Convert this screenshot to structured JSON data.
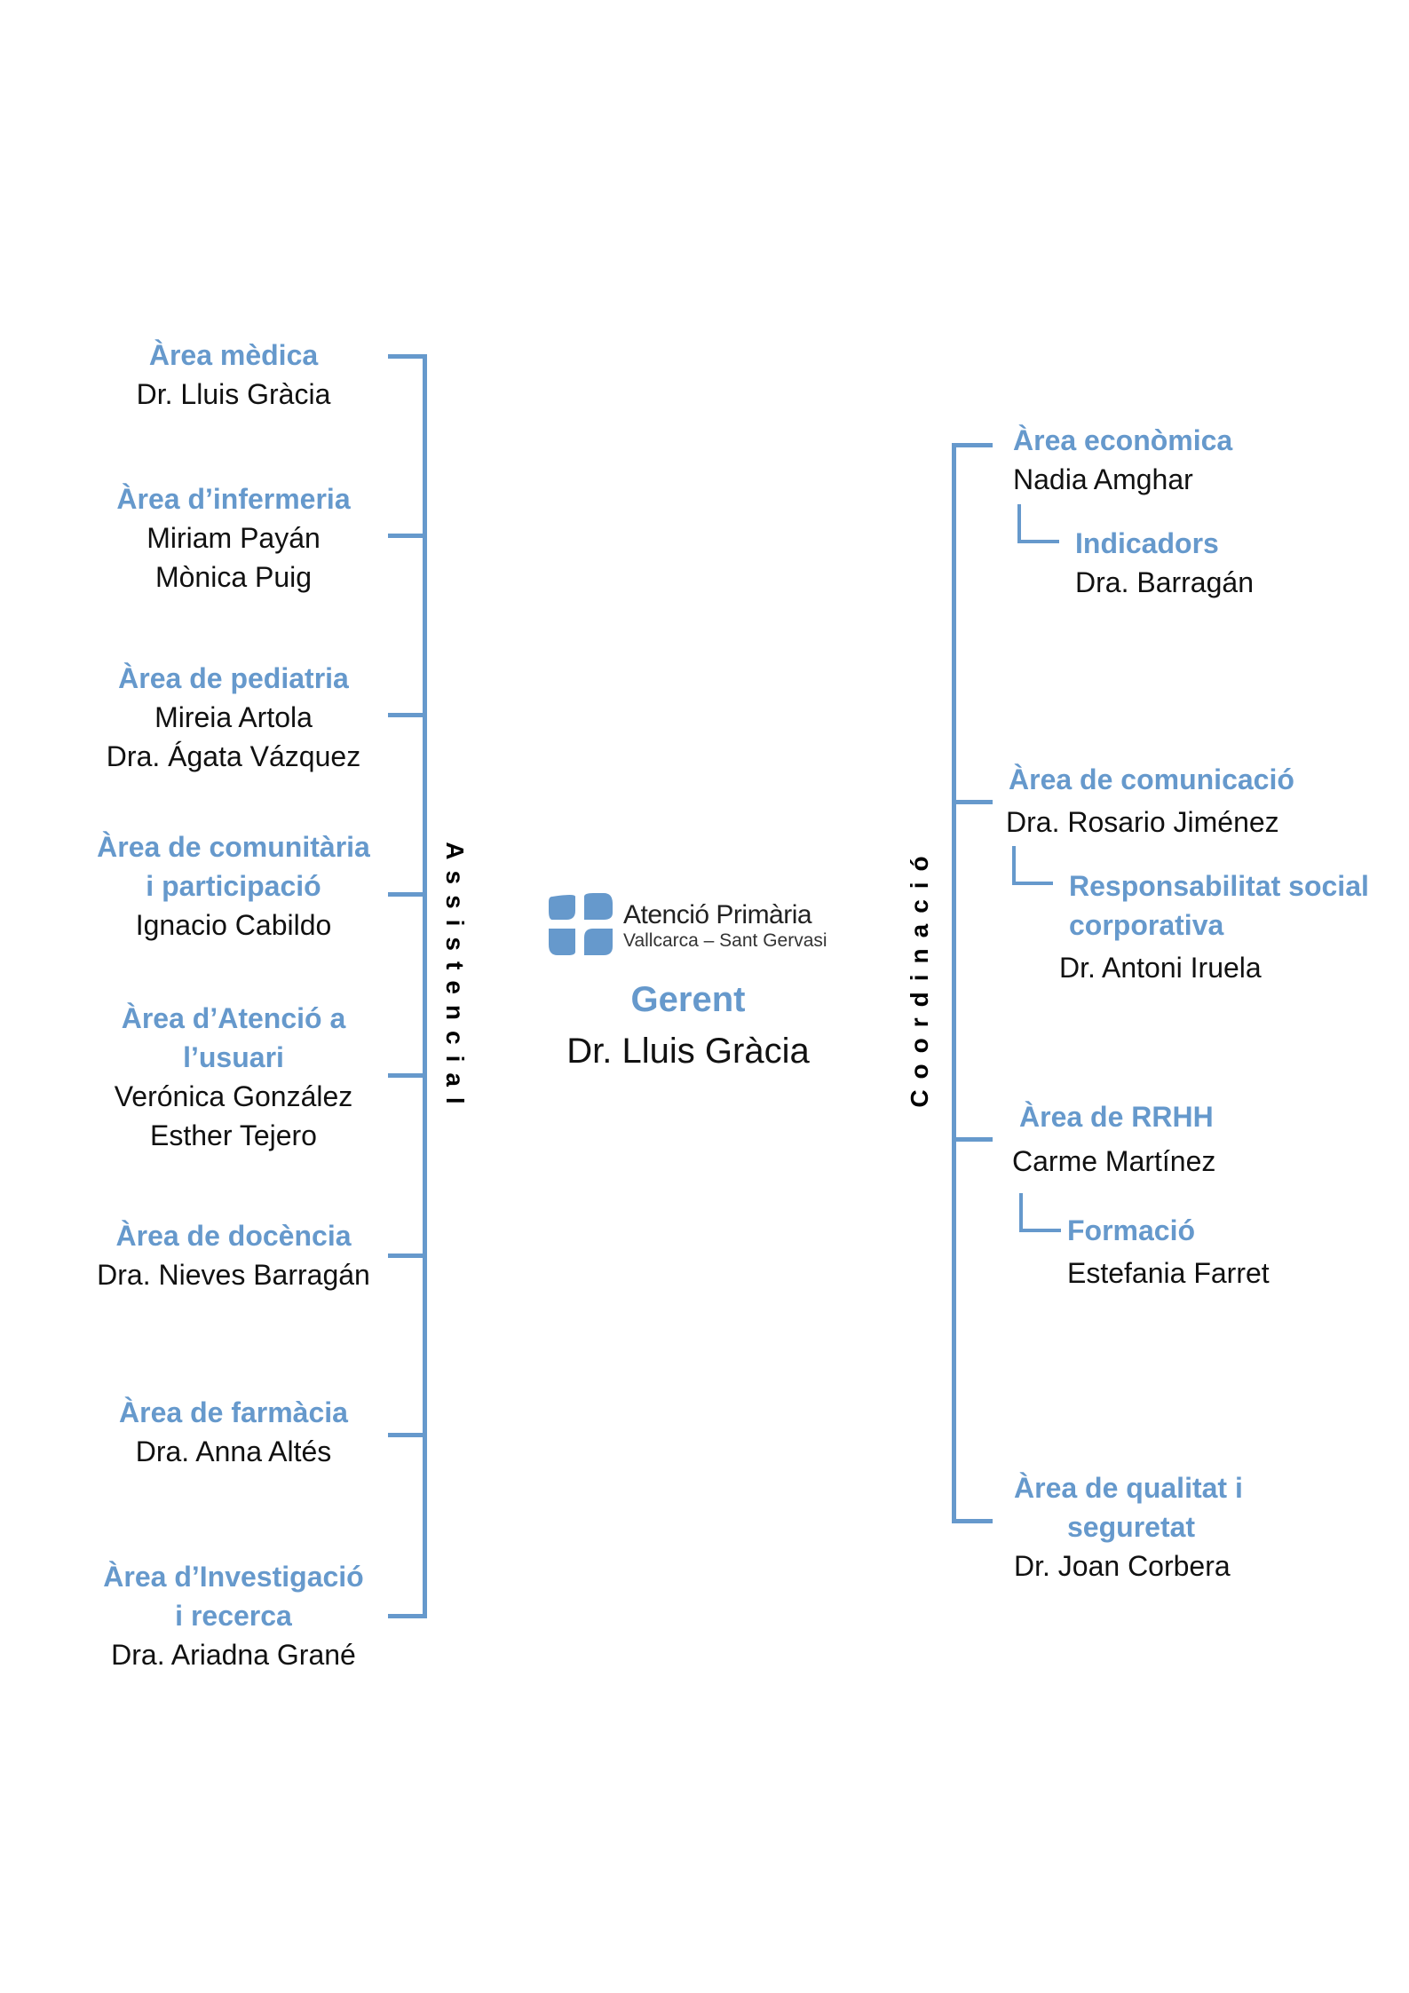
{
  "color": "#6699cc",
  "center": {
    "logo_title": "Atenció Primària",
    "logo_subtitle": "Vallcarca – Sant Gervasi",
    "role": "Gerent",
    "name": "Dr. Lluis Gràcia"
  },
  "left": {
    "label": "Assistencial",
    "areas": [
      {
        "title": [
          "Àrea mèdica"
        ],
        "names": [
          "Dr. Lluis Gràcia"
        ]
      },
      {
        "title": [
          "Àrea d’infermeria"
        ],
        "names": [
          "Miriam Payán",
          "Mònica Puig"
        ]
      },
      {
        "title": [
          "Àrea de pediatria"
        ],
        "names": [
          "Mireia Artola",
          "Dra. Ágata Vázquez"
        ]
      },
      {
        "title": [
          "Àrea de comunitària",
          "i participació"
        ],
        "names": [
          "Ignacio Cabildo"
        ]
      },
      {
        "title": [
          "Àrea d’Atenció a",
          "l’usuari"
        ],
        "names": [
          "Verónica González",
          "Esther Tejero"
        ]
      },
      {
        "title": [
          "Àrea de docència"
        ],
        "names": [
          "Dra. Nieves Barragán"
        ]
      },
      {
        "title": [
          "Àrea de farmàcia"
        ],
        "names": [
          "Dra. Anna Altés"
        ]
      },
      {
        "title": [
          "Àrea d’Investigació",
          "i recerca"
        ],
        "names": [
          "Dra. Ariadna Grané"
        ]
      }
    ]
  },
  "right": {
    "label": "Coordinació",
    "areas": [
      {
        "title": [
          "Àrea econòmica"
        ],
        "names": [
          "Nadia Amghar"
        ],
        "sub": {
          "title": [
            "Indicadors"
          ],
          "names": [
            "Dra. Barragán"
          ]
        }
      },
      {
        "title": [
          "Àrea de comunicació"
        ],
        "names": [
          "Dra. Rosario Jiménez"
        ],
        "sub": {
          "title": [
            "Responsabilitat social",
            "corporativa"
          ],
          "names": [
            "Dr. Antoni Iruela"
          ]
        }
      },
      {
        "title": [
          "Àrea de RRHH"
        ],
        "names": [
          "Carme Martínez"
        ],
        "sub": {
          "title": [
            "Formació"
          ],
          "names": [
            "Estefania Farret"
          ]
        }
      },
      {
        "title": [
          "Àrea de qualitat i",
          "seguretat"
        ],
        "names": [
          "Dr. Joan Corbera"
        ]
      }
    ]
  }
}
